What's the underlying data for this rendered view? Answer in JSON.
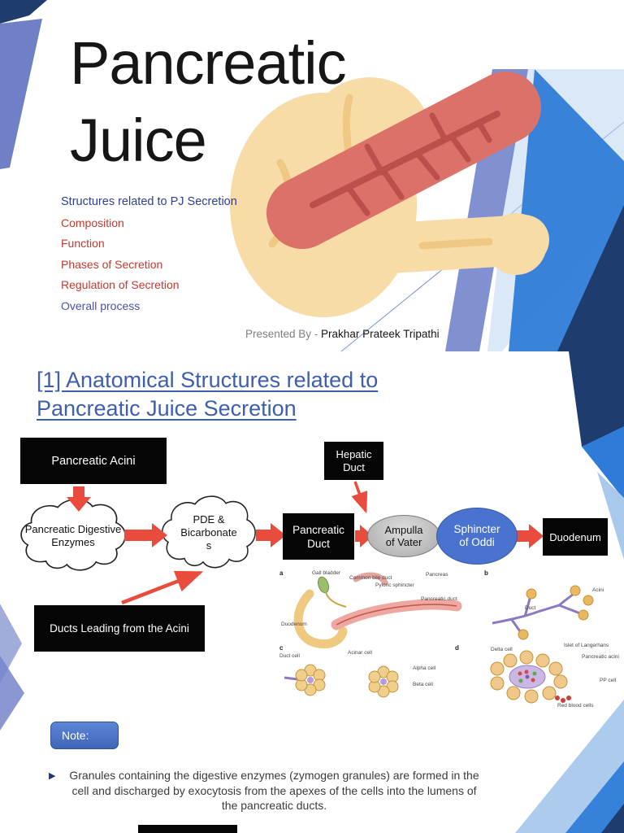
{
  "slide1": {
    "title": "Pancreatic\nJuice",
    "topics": [
      {
        "label": "Structures related to PJ Secretion",
        "color": "#2C3F94"
      },
      {
        "label": "Composition",
        "color": "#C23A2E"
      },
      {
        "label": "Function",
        "color": "#C23A2E"
      },
      {
        "label": "Phases of Secretion",
        "color": "#C23A2E"
      },
      {
        "label": "Regulation of Secretion",
        "color": "#C23A2E"
      },
      {
        "label": "Overall process",
        "color": "#4A51A5"
      }
    ],
    "presented_by": "Presented By - ",
    "presenter": "Prakhar Prateek Tripathi"
  },
  "slide2": {
    "heading": "[1] Anatomical Structures related to\nPancreatic Juice Secretion",
    "flow": {
      "pancreatic_acini": "Pancreatic Acini",
      "hepatic_duct": "Hepatic Duct",
      "pancreatic_digestive_enzymes": "Pancreatic Digestive Enzymes",
      "pde_bicarbonates": "PDE & Bicarbonates",
      "pancreatic_duct": "Pancreatic Duct",
      "ampulla_of_vater": "Ampulla of Vater",
      "sphincter_of_oddi": "Sphincter of Oddi",
      "duodenum": "Duodenum",
      "ducts_leading_from_acini": "Ducts Leading from the Acini"
    },
    "figure": {
      "panel_markers": [
        "a",
        "b",
        "c",
        "d"
      ],
      "labels": [
        "Gall bladder",
        "Common bile duct",
        "Pancreas",
        "Pyloric sphincter",
        "Pancreatic duct",
        "Duodenum",
        "Duct",
        "Acini",
        "Duct cell",
        "Acinar cell",
        "Alpha cell",
        "Beta cell",
        "Delta cell",
        "Islet of Langerhans",
        "Pancreatic acini",
        "PP cell",
        "Red blood cells"
      ]
    },
    "note_label": "Note:",
    "bullet": "Granules containing the digestive enzymes (zymogen granules) are formed in the cell and discharged by exocytosis from the apexes of the cells into the lumens of the pancreatic ducts."
  },
  "colors": {
    "navy": "#1E3D6E",
    "bright_blue": "#2F7CD8",
    "light_blue": "#A9C9EC",
    "purple_blue": "#7687CC",
    "arrow_red": "#E94B3C",
    "node_black": "#050505",
    "sphincter_blue": "#4973CE",
    "ampulla_gray": "#C9C9C9",
    "heading_blue": "#3D5FAE",
    "topic_red": "#C23A2E",
    "topic_blue": "#2C3F94",
    "topic_purple": "#4A51A5",
    "note_blue": "#4877CC"
  }
}
